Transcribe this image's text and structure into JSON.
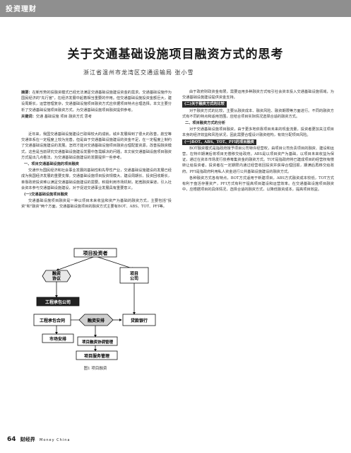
{
  "header": {
    "section": "投资理财"
  },
  "article": {
    "title": "关于交通基础设施项目融资方式的思考",
    "author": "浙江省温州市龙湾区交通运输局   张小雪"
  },
  "abstract": {
    "label": "摘要：",
    "text": "在新形势的投融资模式已经无法满足交通基础设施建设资金的需求。交通基础设施作为国民经济的\"先行官\"，在经济发展中起着相当重要的作用。但交通基础设施投资金额巨大，建设周期长，运营管理复杂，交通基础设施项目融资方式应依据项目特点合理选择。本文主要分析了交通基础设施项目融资方式，为交通基础设施项目融资提供参考。",
    "kw_label": "关键词：",
    "keywords": "交通   基础设施   项目   融资方式   思考"
  },
  "left": {
    "p1": "近年来，我国交通基础设施建设已取得较大的成就，城乡发展得到了很大的改善，航空等交通体系在一定程度上较为完善。但是由于交通基础设施建设的资金不足，在一定程度上制约了交通基础设施建设的发展。怎样才能对交通基础设施项目融资合理配置资源，改善投融资模式，这些是当前研究交通基础设施建设发展中急需解决的问题，本文就交通基础设施项目融资方式提出几点看法，为交通基础设施建设的发展提供一些参考。",
    "h1": "一、项目交通基础设施的项目融资",
    "p2": "交通作为国民经济和社会事业发展的基础性和先导性产业，交通基础设施建设的发展已经成为我国经济发展的重要支撑。交通基础设施项目投资规模大、建设周期长、投资回收期长，单靠政府投资难以满足交通基础设施建设的需要。积极利用市场机制，拓宽融资渠道，引入社会资本参与交通基础设施建设，对于促进交通事业发展具有重要意义。",
    "h2": "(一)交通基础设施项目融资",
    "p3": "交通基础设施项目融资是一种以项目未来收益和资产为基础的融资方式，主要包括\"投资\"和\"融资\"两个方面，交通基础设施项目的融资方式主要有BOT、ABS、TOT、PFI等。"
  },
  "diagram": {
    "top": "项目投资者",
    "left_top": "融资\n协议",
    "right_top": "项目\n公司",
    "left_mid": "工程承包公司",
    "left_low": "工程承包合同",
    "center_low": "融资安排",
    "right_low": "贷款银行",
    "bottom_left": "市场安排",
    "bottom_center": "项目融资协调管理",
    "bottom": "项目服务管理",
    "caption": "图1 项目融资"
  },
  "right": {
    "p1": "由于政府财政资金有限，需要运用多种融资方式吸引社会资本投入交通基础设施领域，为交通基础设施建设提供资金支持。",
    "hbox1": "(二)关于融资方式的比较",
    "p2": "对于融资方式的比较，主要从融资成本、融资风险、融资期限等方面进行。不同的融资方式有不同的特点和适用范围，应结合项目实际情况选择合适的融资方式。",
    "h2": "二、项目融资方式的分析",
    "p3": "对于交通基础设施项目融资，由于更多地依靠项目未来的现金流量，投资者更加关注项目本身的经济效益和风险状况，因此需要合理设计融资结构，有效分配项目风险。",
    "hbox2": "(一)BOT、ABS、TOT、PFI的项目融资",
    "p4": "BOT融资模式是指政府授予项目公司特许经营权，由项目公司负责项目的融资、建设和运营，在特许期满后将项目无偿移交给政府。ABS是以项目资产为基础，以项目未来收益为保证，通过在资本市场发行债券筹集资金的融资方式。TOT是指政府将已建成项目的经营权有偿转让给投资者，投资者在一定期限内通过经营收回投资并获得合理回报，期满后再移交给政府。PFI是指政府利用私人资金进行公共基础设施建设的融资方式。",
    "p5": "各种融资方式各有特点，BOT方式适用于新建项目，ABS方式融资成本较低，TOT方式有利于盘活存量资产，PFI方式有利于提高项目建设和运营效率。在交通基础设施项目融资中，应根据项目的具体情况，选择合适的融资方式，以降低融资成本，提高项目效益。"
  },
  "footer": {
    "page": "64",
    "magazine": "财经界",
    "en": "Money China"
  }
}
